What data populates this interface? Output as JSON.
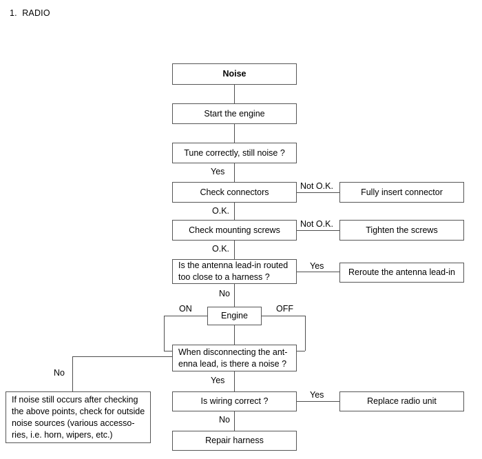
{
  "document": {
    "section_number": "1.",
    "section_title": "RADIO"
  },
  "chart_data": {
    "type": "diagram",
    "title": "1. RADIO",
    "diagram_type": "troubleshooting-flowchart",
    "nodes": [
      {
        "id": "noise",
        "label": "Noise",
        "emphasis": "bold"
      },
      {
        "id": "start_engine",
        "label": "Start the engine"
      },
      {
        "id": "tune",
        "label": "Tune correctly, still noise ?"
      },
      {
        "id": "check_conn",
        "label": "Check connectors"
      },
      {
        "id": "insert_conn",
        "label": "Fully insert connector"
      },
      {
        "id": "check_screws",
        "label": "Check mounting screws"
      },
      {
        "id": "tighten",
        "label": "Tighten the screws"
      },
      {
        "id": "antenna_q",
        "label": "Is the antenna lead-in routed\ntoo close to a harness ?"
      },
      {
        "id": "reroute",
        "label": "Reroute the antenna lead-in"
      },
      {
        "id": "engine",
        "label": "Engine"
      },
      {
        "id": "disconnect_q",
        "label": "When disconnecting  the ant-\nenna lead, is there a noise ?"
      },
      {
        "id": "outside",
        "label": "If noise still occurs after checking\nthe above points, check for outside\nnoise sources (various accesso-\nries, i.e. horn, wipers, etc.)"
      },
      {
        "id": "wiring_q",
        "label": "Is wiring correct ?"
      },
      {
        "id": "replace",
        "label": "Replace radio unit"
      },
      {
        "id": "repair",
        "label": "Repair harness"
      }
    ],
    "edges": [
      {
        "from": "noise",
        "to": "start_engine",
        "label": ""
      },
      {
        "from": "start_engine",
        "to": "tune",
        "label": ""
      },
      {
        "from": "tune",
        "to": "check_conn",
        "label": "Yes"
      },
      {
        "from": "check_conn",
        "to": "insert_conn",
        "label": "Not O.K."
      },
      {
        "from": "check_conn",
        "to": "check_screws",
        "label": "O.K."
      },
      {
        "from": "check_screws",
        "to": "tighten",
        "label": "Not O.K."
      },
      {
        "from": "check_screws",
        "to": "antenna_q",
        "label": "O.K."
      },
      {
        "from": "antenna_q",
        "to": "reroute",
        "label": "Yes"
      },
      {
        "from": "antenna_q",
        "to": "engine",
        "label": "No"
      },
      {
        "from": "engine",
        "to": "disconnect_q",
        "label": "ON"
      },
      {
        "from": "engine",
        "to": "disconnect_q",
        "label": "OFF"
      },
      {
        "from": "disconnect_q",
        "to": "outside",
        "label": "No"
      },
      {
        "from": "disconnect_q",
        "to": "wiring_q",
        "label": "Yes"
      },
      {
        "from": "wiring_q",
        "to": "replace",
        "label": "Yes"
      },
      {
        "from": "wiring_q",
        "to": "repair",
        "label": "No"
      }
    ],
    "edge_labels": {
      "tune_yes": "Yes",
      "conn_notok": "Not O.K.",
      "conn_ok": "O.K.",
      "screws_notok": "Not O.K.",
      "screws_ok": "O.K.",
      "antenna_yes": "Yes",
      "antenna_no": "No",
      "engine_on": "ON",
      "engine_off": "OFF",
      "disconnect_no": "No",
      "disconnect_yes": "Yes",
      "wiring_yes": "Yes",
      "wiring_no": "No"
    },
    "colors": {
      "background": "#ffffff",
      "box_border": "#555555",
      "line": "#4d4d4d",
      "text": "#000000"
    }
  }
}
